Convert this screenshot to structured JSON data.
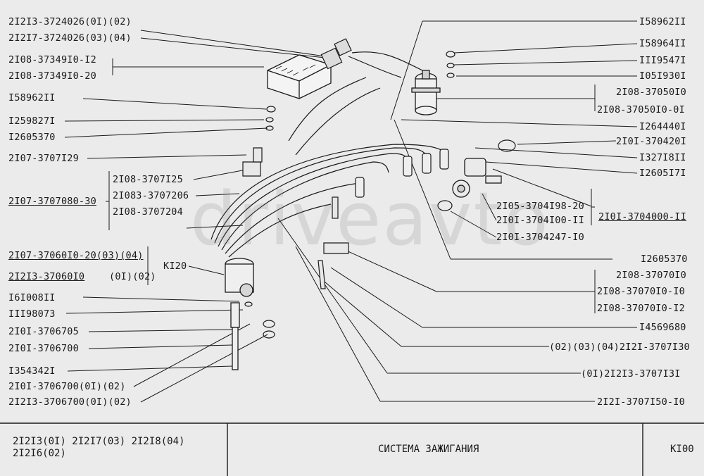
{
  "left_labels": [
    {
      "id": "l1",
      "text": "2I2I3-3724026(0I)(02)",
      "underline": false
    },
    {
      "id": "l2",
      "text": "2I2I7-3724026(03)(04)",
      "underline": false
    },
    {
      "id": "l3",
      "text": "2I08-37349I0-I2",
      "underline": false
    },
    {
      "id": "l4",
      "text": "2I08-37349I0-20",
      "underline": false
    },
    {
      "id": "l5",
      "text": "I58962II",
      "underline": false
    },
    {
      "id": "l6",
      "text": "I259827I",
      "underline": false
    },
    {
      "id": "l7",
      "text": "I2605370",
      "underline": false
    },
    {
      "id": "l8",
      "text": "2I07-3707I29",
      "underline": false
    },
    {
      "id": "l9",
      "text": "2I08-3707I25",
      "underline": false
    },
    {
      "id": "l10",
      "text": "2I083-3707206",
      "underline": false
    },
    {
      "id": "l11",
      "text": "2I07-3707080-30",
      "underline": true
    },
    {
      "id": "l12",
      "text": "2I08-3707204",
      "underline": false
    },
    {
      "id": "l13",
      "text": "2I07-37060I0-20(03)(04)",
      "underline": true
    },
    {
      "id": "l14",
      "text": "2I2I3-37060I0",
      "underline": true
    },
    {
      "id": "l14b",
      "text": "(0I)(02)",
      "underline": false
    },
    {
      "id": "l15",
      "text": "KI20",
      "underline": false
    },
    {
      "id": "l16",
      "text": "I6I008II",
      "underline": false
    },
    {
      "id": "l17",
      "text": "III98073",
      "underline": false
    },
    {
      "id": "l18",
      "text": "2I0I-3706705",
      "underline": false
    },
    {
      "id": "l19",
      "text": "2I0I-3706700",
      "underline": false
    },
    {
      "id": "l20",
      "text": "I354342I",
      "underline": false
    },
    {
      "id": "l21",
      "text": "2I0I-3706700(0I)(02)",
      "underline": false
    },
    {
      "id": "l22",
      "text": "2I2I3-3706700(0I)(02)",
      "underline": false
    }
  ],
  "right_labels": [
    {
      "id": "r1",
      "text": "I58962II",
      "underline": false
    },
    {
      "id": "r2",
      "text": "I58964II",
      "underline": false
    },
    {
      "id": "r3",
      "text": "III9547I",
      "underline": false
    },
    {
      "id": "r4",
      "text": "I05I930I",
      "underline": false
    },
    {
      "id": "r5",
      "text": "2I08-37050I0",
      "underline": false
    },
    {
      "id": "r6",
      "text": "2I08-37050I0-0I",
      "underline": false
    },
    {
      "id": "r7",
      "text": "I264440I",
      "underline": false
    },
    {
      "id": "r8",
      "text": "2I0I-370420I",
      "underline": false
    },
    {
      "id": "r9",
      "text": "I327I8II",
      "underline": false
    },
    {
      "id": "r10",
      "text": "I2605I7I",
      "underline": false
    },
    {
      "id": "r11",
      "text": "2I05-3704I98-20",
      "underline": false
    },
    {
      "id": "r12",
      "text": "2I0I-3704000-II",
      "underline": true
    },
    {
      "id": "r13",
      "text": "2I0I-3704I00-II",
      "underline": false
    },
    {
      "id": "r14",
      "text": "2I0I-3704247-I0",
      "underline": false
    },
    {
      "id": "r15",
      "text": "I2605370",
      "underline": false
    },
    {
      "id": "r16",
      "text": "2I08-37070I0",
      "underline": false
    },
    {
      "id": "r17",
      "text": "2I08-37070I0-I0",
      "underline": false
    },
    {
      "id": "r18",
      "text": "2I08-37070I0-I2",
      "underline": false
    },
    {
      "id": "r19",
      "text": "I4569680",
      "underline": false
    },
    {
      "id": "r20",
      "text": "(02)(03)(04)2I2I-3707I30",
      "underline": false
    },
    {
      "id": "r21",
      "text": "(0I)2I2I3-3707I3I",
      "underline": false
    },
    {
      "id": "r22",
      "text": "2I2I-3707I50-I0",
      "underline": false
    }
  ],
  "watermark": "driveavto",
  "footer": {
    "models_line1": "2I2I3(0I)   2I2I7(03)   2I2I8(04)",
    "models_line2": "2I2I6(02)",
    "title": "СИСТЕМА  ЗАЖИГАНИЯ",
    "code": "KI00"
  }
}
